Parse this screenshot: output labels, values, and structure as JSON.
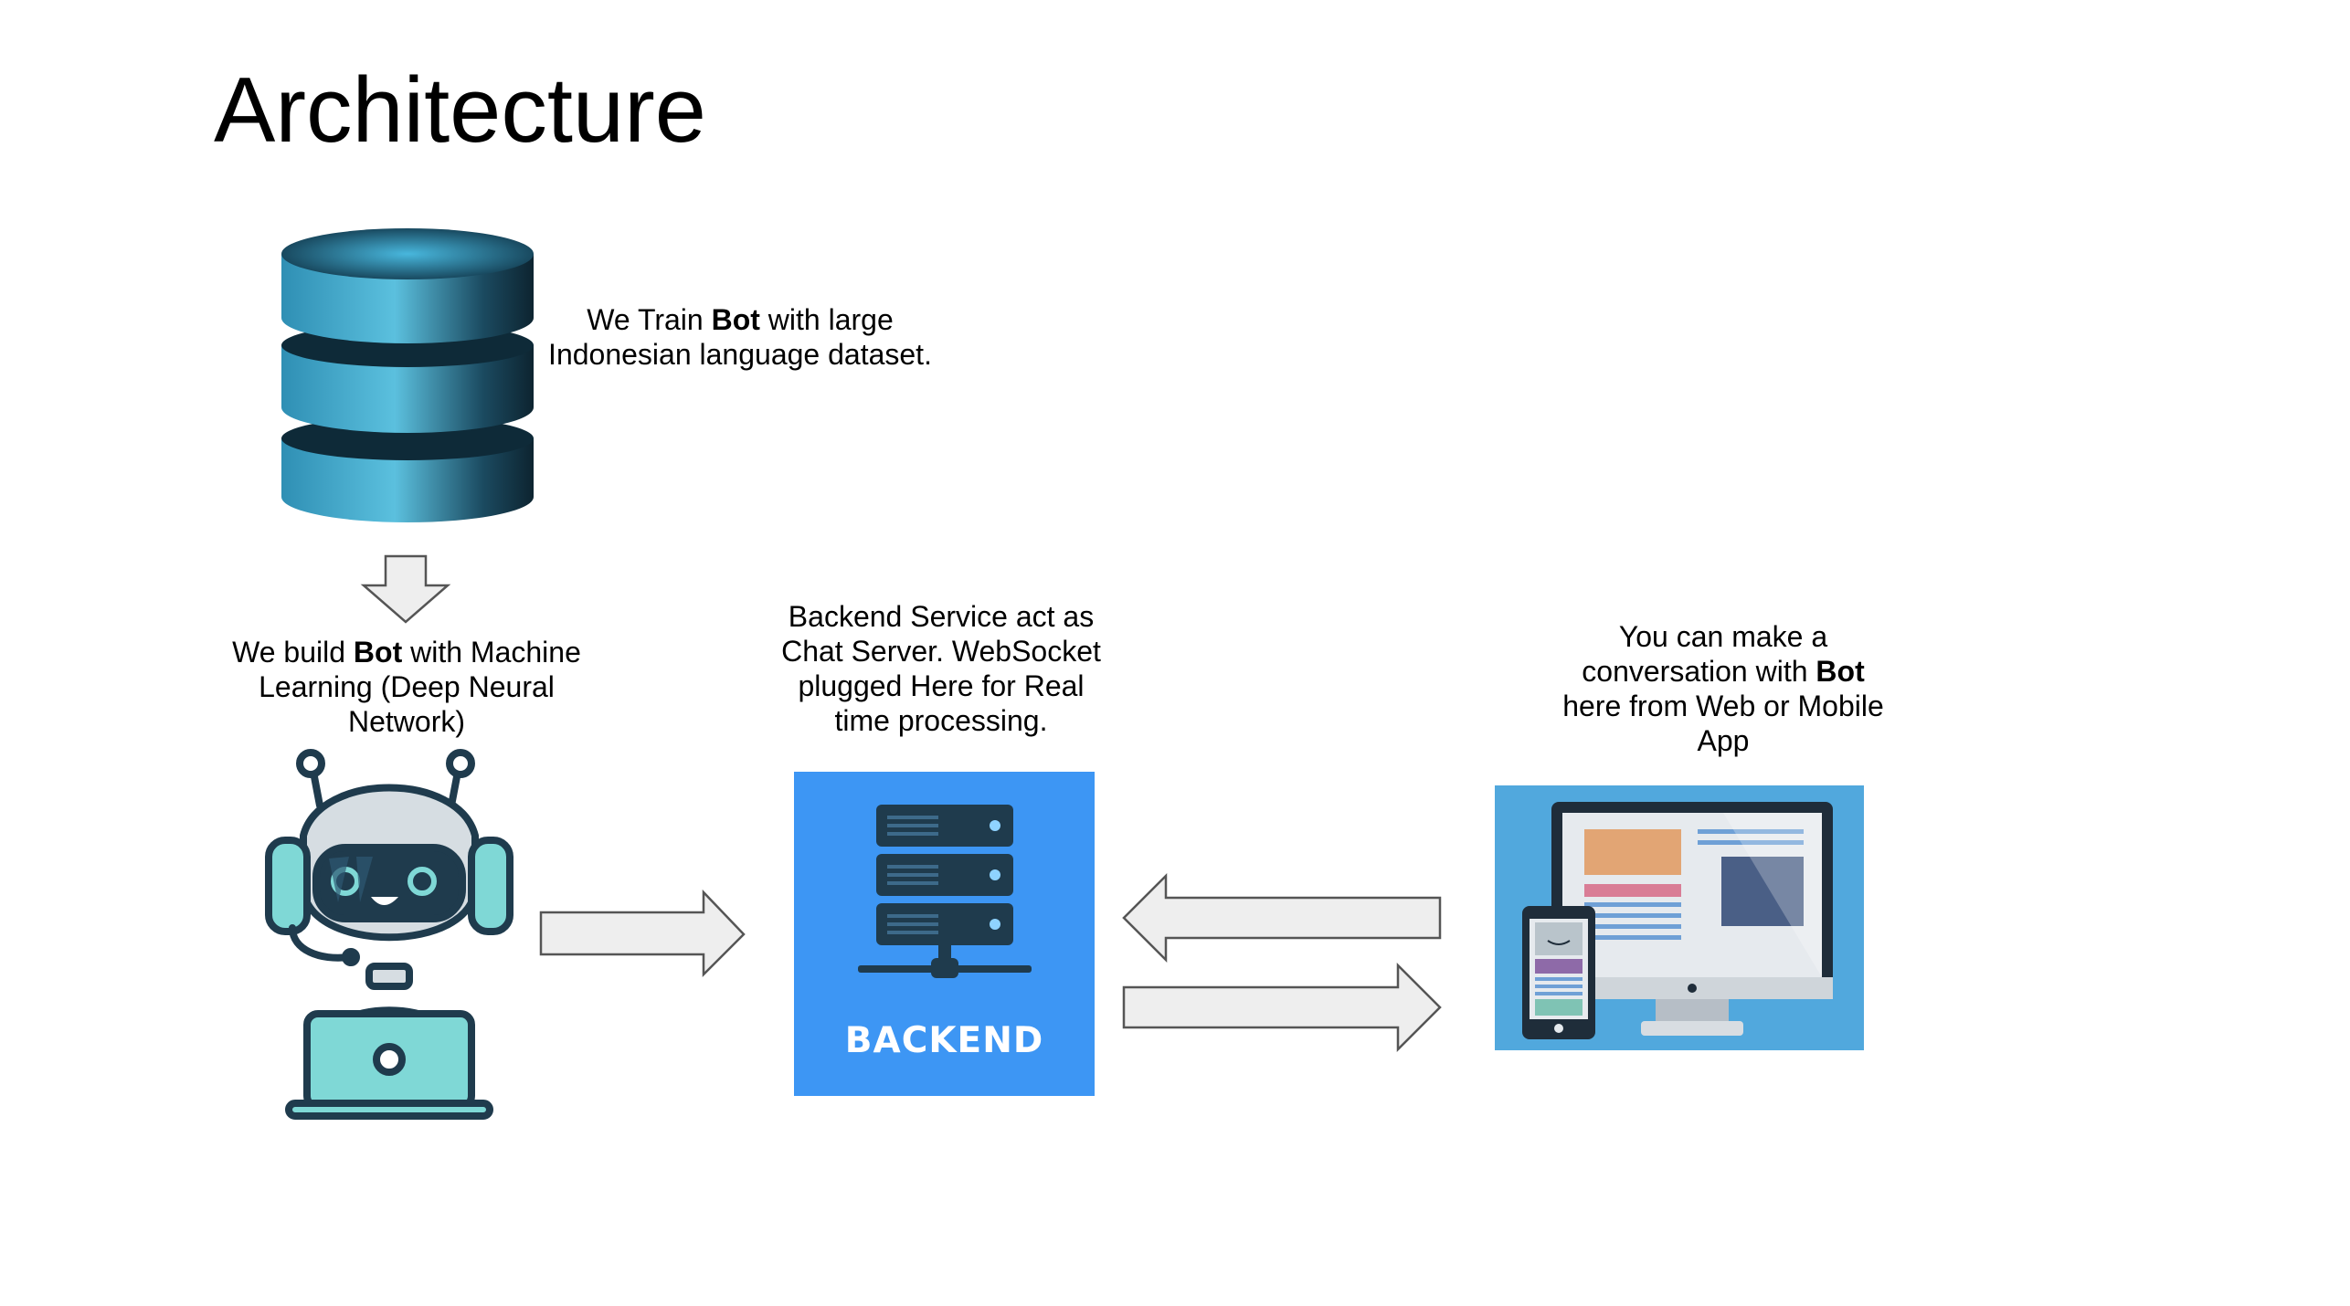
{
  "slide": {
    "title": "Architecture"
  },
  "captions": {
    "dataset": {
      "pre": "We Train ",
      "bold": "Bot",
      "post": " with large Indonesian language dataset."
    },
    "bot": {
      "pre": "We build ",
      "bold": "Bot",
      "post": " with Machine Learning (Deep Neural Network)"
    },
    "backend": {
      "text": "Backend Service act as Chat Server. WebSocket plugged Here for Real time processing."
    },
    "client": {
      "pre": "You can make a conversation with ",
      "bold": "Bot",
      "post": " here from Web or Mobile App"
    }
  },
  "backend_box": {
    "label": "BACKEND",
    "color": "#3d96f4"
  },
  "client_box": {
    "color": "#51a8dd"
  },
  "icons": {
    "database": "database-icon",
    "robot": "robot-with-headset-and-laptop-icon",
    "server": "server-rack-icon",
    "devices": "desktop-and-phone-icon"
  },
  "colors": {
    "arrow_fill": "#eeeeee",
    "arrow_stroke": "#555555",
    "robot_teal": "#7fd8d6",
    "robot_dark": "#1f3b4d"
  }
}
